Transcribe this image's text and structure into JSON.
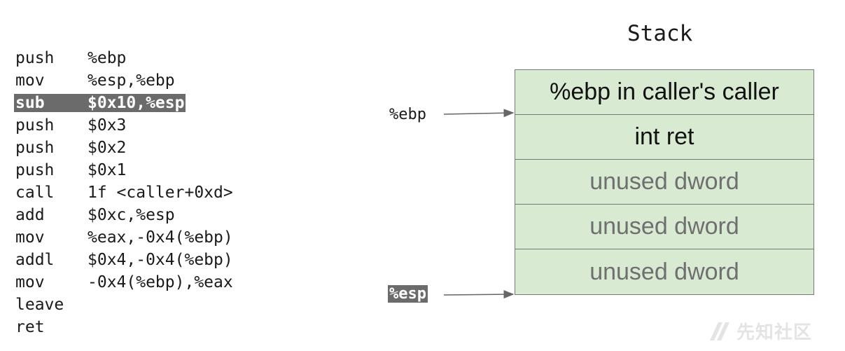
{
  "assembly": [
    {
      "op": "push",
      "args": "%ebp",
      "highlighted": false
    },
    {
      "op": "mov",
      "args": "%esp,%ebp",
      "highlighted": false
    },
    {
      "op": "sub",
      "args": "$0x10,%esp",
      "highlighted": true
    },
    {
      "op": "push",
      "args": "$0x3",
      "highlighted": false
    },
    {
      "op": "push",
      "args": "$0x2",
      "highlighted": false
    },
    {
      "op": "push",
      "args": "$0x1",
      "highlighted": false
    },
    {
      "op": "call",
      "args": "1f <caller+0xd>",
      "highlighted": false
    },
    {
      "op": "add",
      "args": "$0xc,%esp",
      "highlighted": false
    },
    {
      "op": "mov",
      "args": "%eax,-0x4(%ebp)",
      "highlighted": false
    },
    {
      "op": "addl",
      "args": "$0x4,-0x4(%ebp)",
      "highlighted": false
    },
    {
      "op": "mov",
      "args": "-0x4(%ebp),%eax",
      "highlighted": false
    },
    {
      "op": "leave",
      "args": "",
      "highlighted": false
    },
    {
      "op": "ret",
      "args": "",
      "highlighted": false
    }
  ],
  "stack": {
    "title": "Stack",
    "cells": [
      {
        "label": "%ebp in caller's caller",
        "muted": false
      },
      {
        "label": "int ret",
        "muted": false
      },
      {
        "label": "unused dword",
        "muted": true
      },
      {
        "label": "unused dword",
        "muted": true
      },
      {
        "label": "unused dword",
        "muted": true
      }
    ],
    "cell_color": "#d9ead3"
  },
  "registers": {
    "ebp": "%ebp",
    "esp": "%esp"
  },
  "watermark": {
    "text": "先知社区"
  }
}
